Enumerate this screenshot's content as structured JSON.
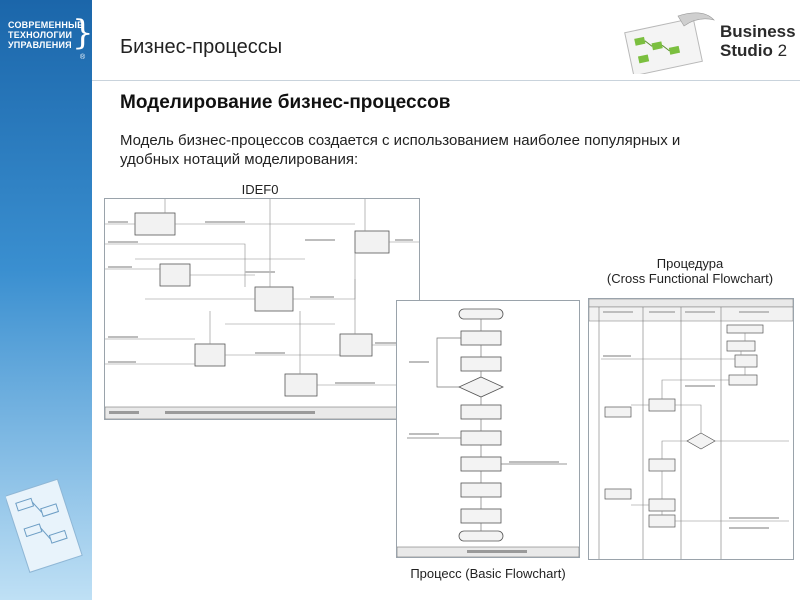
{
  "sidebar": {
    "brand_lines": [
      "СОВРЕМЕННЫЕ",
      "ТЕХНОЛОГИИ",
      "УПРАВЛЕНИЯ"
    ],
    "brand_reg": "®"
  },
  "header": {
    "title": "Бизнес-процессы",
    "logo_line1": "Business",
    "logo_line2": "Studio",
    "logo_number": "2"
  },
  "content": {
    "subtitle": "Моделирование бизнес-процессов",
    "text": "Модель бизнес-процессов создается с использованием наиболее популярных и удобных нотаций моделирования:",
    "label_idef0": "IDEF0",
    "label_cff_line1": "Процедура",
    "label_cff_line2": "(Cross Functional Flowchart)",
    "label_basic": "Процесс (Basic Flowchart)"
  }
}
